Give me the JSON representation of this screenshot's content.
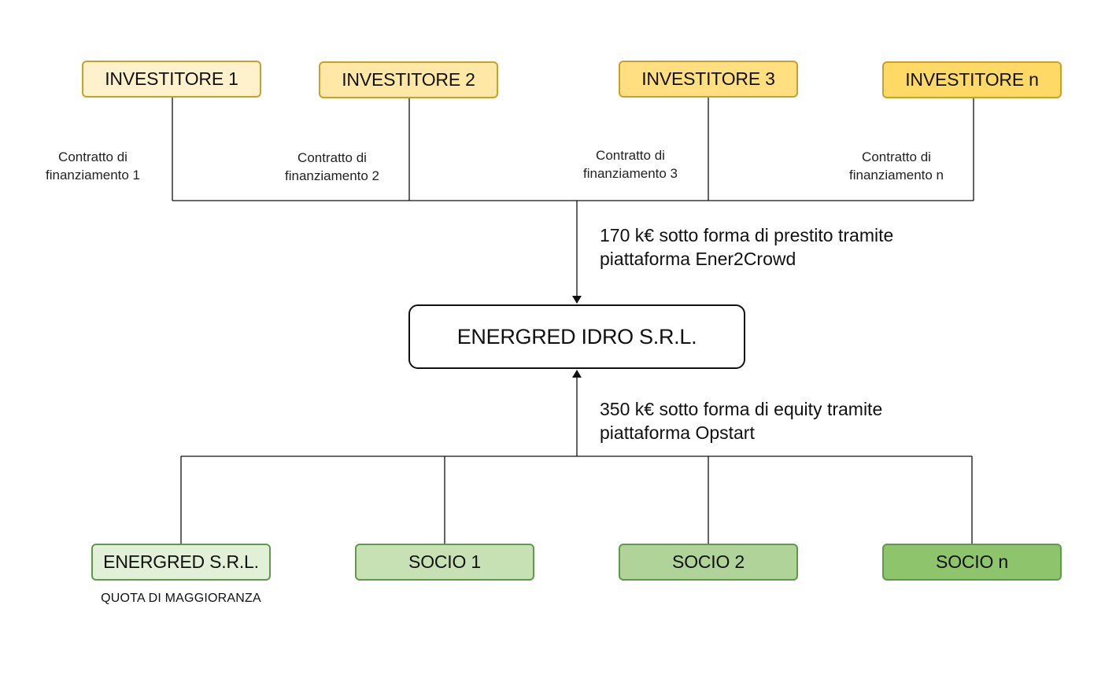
{
  "investors": [
    {
      "label": "INVESTITORE 1",
      "contract": [
        "Contratto di",
        "finanziamento 1"
      ],
      "color": "#FFF1CC"
    },
    {
      "label": "INVESTITORE 2",
      "contract": [
        "Contratto di",
        "finanziamento 2"
      ],
      "color": "#FFE8A6"
    },
    {
      "label": "INVESTITORE 3",
      "contract": [
        "Contratto di",
        "finanziamento 3"
      ],
      "color": "#FFDF7F"
    },
    {
      "label": "INVESTITORE n",
      "contract": [
        "Contratto di",
        "finanziamento n"
      ],
      "color": "#FFD966"
    }
  ],
  "loan_flow": {
    "line1": "170 k€ sotto forma di prestito tramite",
    "line2": "piattaforma Ener2Crowd"
  },
  "company": {
    "label": "ENERGRED IDRO S.R.L."
  },
  "equity_flow": {
    "line1": "350 k€ sotto forma di equity tramite",
    "line2": "piattaforma Opstart"
  },
  "shareholders": [
    {
      "label": "ENERGRED S.R.L.",
      "color": "#E3F0D8"
    },
    {
      "label": "SOCIO 1",
      "color": "#C7E0B4"
    },
    {
      "label": "SOCIO 2",
      "color": "#AFD398"
    },
    {
      "label": "SOCIO n",
      "color": "#8DC46C"
    }
  ],
  "majority_note": "QUOTA DI MAGGIORANZA"
}
